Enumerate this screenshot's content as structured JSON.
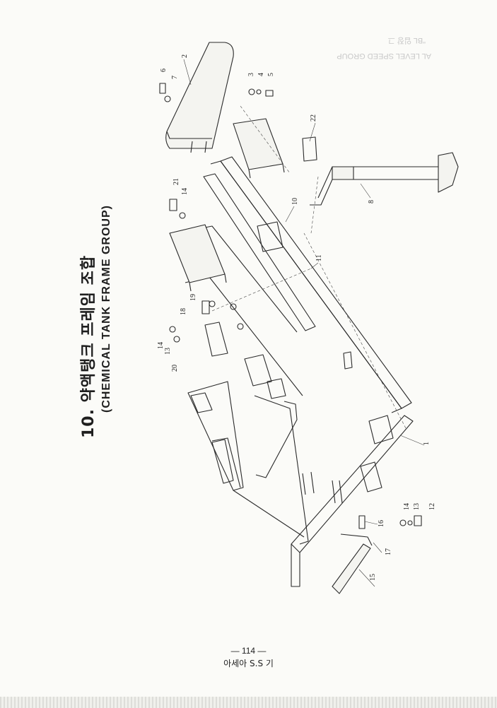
{
  "title_korean": "10. 약액탱크 프레임 조합",
  "title_english": "(CHEMICAL TANK FRAME GROUP)",
  "page_number": "— 114 —",
  "footer_note": "아세아 S.S 기",
  "bleed_through_text": [
    "\"BL 입장 그",
    "AL LEVEL SPEED GROUP"
  ],
  "part_callouts": [
    "1",
    "2",
    "3",
    "4",
    "5",
    "6",
    "7",
    "8",
    "10",
    "11",
    "12",
    "13",
    "13",
    "14",
    "14",
    "14",
    "15",
    "16",
    "17",
    "18",
    "19",
    "20",
    "21",
    "22"
  ]
}
